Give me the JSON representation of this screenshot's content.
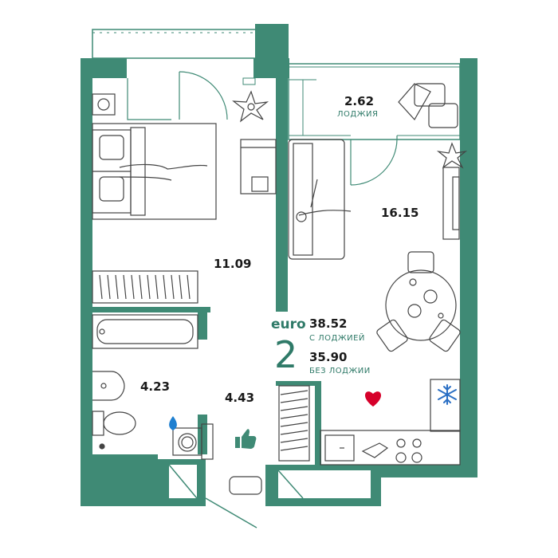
{
  "colors": {
    "wall": "#3f8a75",
    "line": "#2f7a68",
    "furniture": "#444444",
    "heart": "#d6002a",
    "water": "#1e7fd0",
    "snow": "#2a6fc4"
  },
  "rooms": {
    "loggia": {
      "area": "2.62",
      "label": "ЛОДЖИЯ"
    },
    "living": {
      "area": "16.15"
    },
    "bedroom": {
      "area": "11.09"
    },
    "bathroom": {
      "area": "4.23"
    },
    "hall": {
      "area": "4.43"
    }
  },
  "summary": {
    "type_label": "euro",
    "rooms_count": "2",
    "total_with_loggia": "38.52",
    "with_loggia_label": "С ЛОДЖИЕЙ",
    "total_without_loggia": "35.90",
    "without_loggia_label": "БЕЗ ЛОДЖИИ"
  },
  "icons": [
    "heart-icon",
    "water-drop-icon",
    "snowflake-icon",
    "thumbs-up-icon",
    "plant-icon"
  ]
}
